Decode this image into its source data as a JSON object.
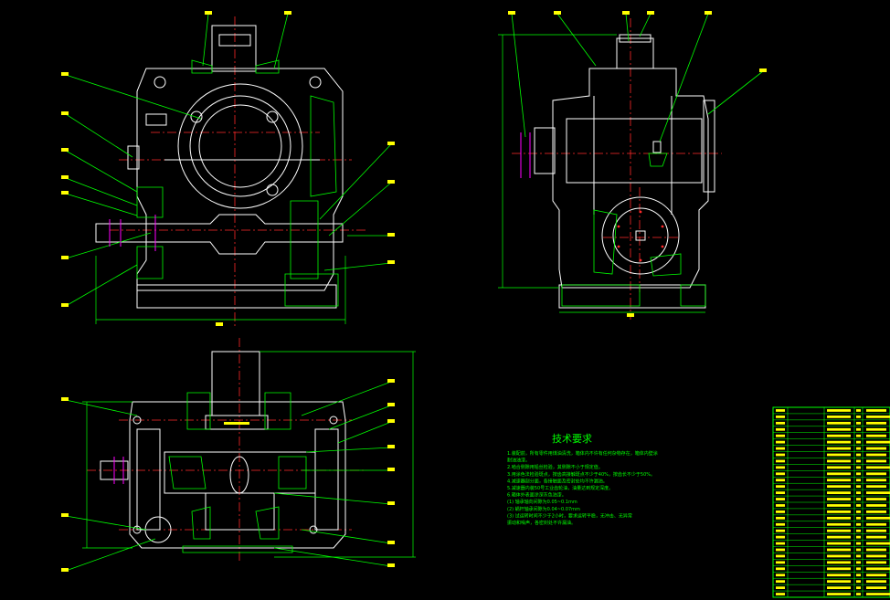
{
  "colors": {
    "background": "#000000",
    "outline": "#ffffff",
    "centerline": "#ff2a2a",
    "dimension": "#00ff00",
    "hatch": "#00ff00",
    "magenta": "#ff00ff",
    "yellow": "#ffff00",
    "cyan": "#00ffff"
  },
  "technical_requirements": {
    "title": "技术要求",
    "lines": [
      "1.装配前，所有零件用煤油清洗，箱体内不许有任何杂物存在，箱体内壁涂",
      "  耐油油漆。",
      "2.啮合侧隙用铅丝检验，其侧隙不小于规定值。",
      "3.用涂色法检验斑点，按齿高接触斑点不少于40%，按齿长不少于50%。",
      "4.减速器剖分面，各接触面及密封处均不许漏油。",
      "5.减速器内装50号工业齿轮油，油量达到规定深度。",
      "6.箱体外表面涂深灰色油漆。",
      "  (1) 轴承轴向间隙为0.05~0.1mm",
      "  (2) 蜗杆轴承间隙为0.04~0.07mm",
      "  (3) 试运转时间不少于2小时，要求运转平稳，无冲击、无异常",
      "      振动和噪声，各密封处不许漏油。"
    ]
  }
}
